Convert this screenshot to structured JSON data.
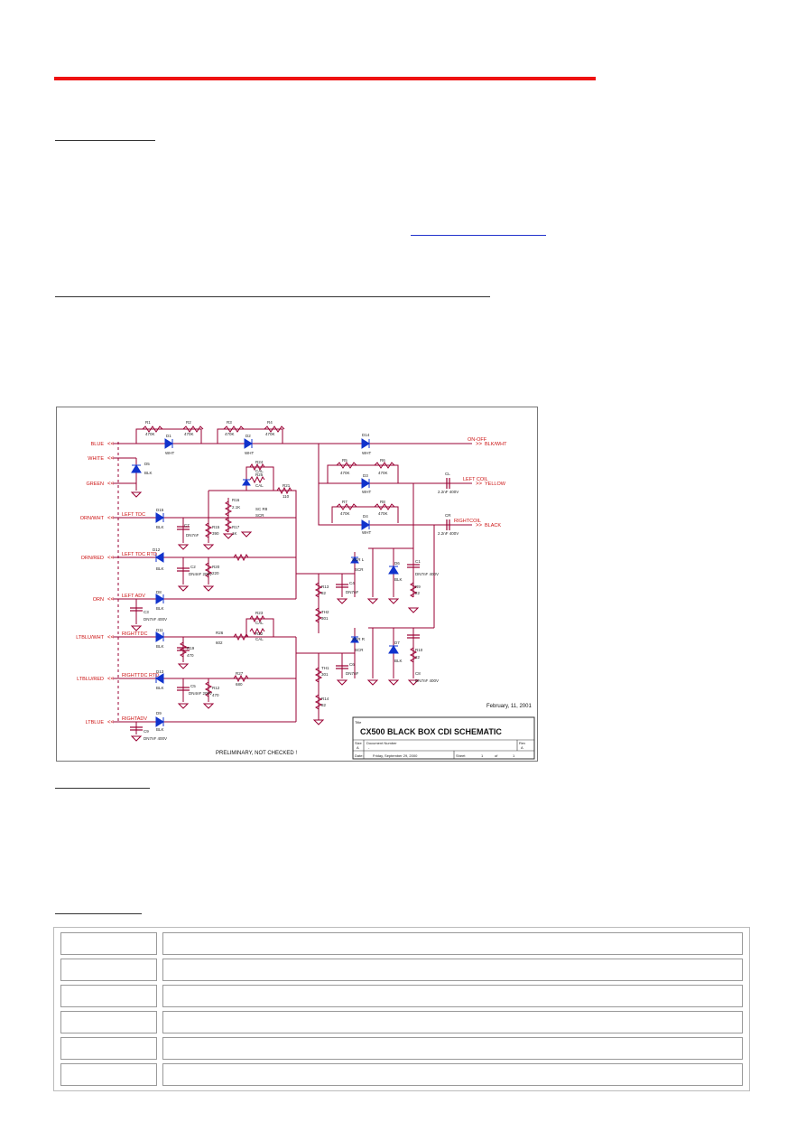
{
  "schematic": {
    "title": "CX500 BLACK BOX CDI SCHEMATIC",
    "date": "February, 11, 2001",
    "note": "PRELIMINARY, NOT CHECKED !",
    "title_block": {
      "title_label": "Title",
      "size_label": "Size",
      "size_value": "A",
      "doc_label": "Document Number",
      "doc_value": "-",
      "rev_label": "Rev",
      "rev_value": "A",
      "date_label": "Date:",
      "date_value": "Friday, September 29, 2000",
      "sheet_label": "Sheet",
      "sheet_value": "1",
      "of_label": "of",
      "of_value": "1"
    },
    "left_ports": [
      "BLUE",
      "WHITE",
      "GREEN",
      "ORN/WHT",
      "ORN/RED",
      "ORN",
      "LTBLU/WHT",
      "LTBLU/RED",
      "LTBLUE"
    ],
    "right_ports": [
      "ON-OFF",
      "BLK/WHT",
      "YELLOW",
      "RIGHTCOIL",
      "BLACK"
    ],
    "nets": [
      "LEFT TDC",
      "LEFT TDC RTD",
      "LEFT ADV",
      "RIGHTTDC",
      "RIGHTTDC RTD",
      "RIGHTADV",
      "LEFT COIL"
    ],
    "parts": [
      {
        "ref": "R1",
        "val": "470K"
      },
      {
        "ref": "R2",
        "val": "470K"
      },
      {
        "ref": "R3",
        "val": "470K"
      },
      {
        "ref": "R4",
        "val": "470K"
      },
      {
        "ref": "D1",
        "val": "WHT"
      },
      {
        "ref": "D2",
        "val": "WHT"
      },
      {
        "ref": "D14",
        "val": "WHT"
      },
      {
        "ref": "R5",
        "val": "470K"
      },
      {
        "ref": "R6",
        "val": "470K"
      },
      {
        "ref": "D3",
        "val": "WHT"
      },
      {
        "ref": "R7",
        "val": "470K"
      },
      {
        "ref": "R8",
        "val": "470K"
      },
      {
        "ref": "D4",
        "val": "WHT"
      },
      {
        "ref": "CL",
        "val": "2.2nF 400V"
      },
      {
        "ref": "CR",
        "val": "2.2nF 400V"
      },
      {
        "ref": "D5",
        "val": "BLK"
      },
      {
        "ref": "R24",
        "val": "CAL"
      },
      {
        "ref": "R25",
        "val": "CAL"
      },
      {
        "ref": "R21",
        "val": "110"
      },
      {
        "ref": "R16",
        "val": "2.1K"
      },
      {
        "ref": "SC R8",
        "val": "SCR"
      },
      {
        "ref": "D15",
        "val": "BLK"
      },
      {
        "ref": "C7",
        "val": "DN7nF"
      },
      {
        "ref": "R15",
        "val": "390"
      },
      {
        "ref": "R17",
        "val": "1K"
      },
      {
        "ref": "D12",
        "val": "BLK"
      },
      {
        "ref": "C2",
        "val": "DN4nF 200V"
      },
      {
        "ref": "R20",
        "val": "220"
      },
      {
        "ref": "SCR L",
        "val": "SCR"
      },
      {
        "ref": "D6",
        "val": "BLK"
      },
      {
        "ref": "C1",
        "val": "DN7nF 400V"
      },
      {
        "ref": "R9",
        "val": "22"
      },
      {
        "ref": "C4",
        "val": "DN7nF"
      },
      {
        "ref": "R13",
        "val": "82"
      },
      {
        "ref": "TH2",
        "val": "301"
      },
      {
        "ref": "D8",
        "val": "BLK"
      },
      {
        "ref": "C3",
        "val": "DN7nF 400V"
      },
      {
        "ref": "D11",
        "val": "BLK"
      },
      {
        "ref": "R19",
        "val": "470"
      },
      {
        "ref": "R26",
        "val": "602"
      },
      {
        "ref": "R23",
        "val": "CAL"
      },
      {
        "ref": "R22",
        "val": "CAL"
      },
      {
        "ref": "SCR R",
        "val": "SCR"
      },
      {
        "ref": "D7",
        "val": "BLK"
      },
      {
        "ref": "R10",
        "val": "22"
      },
      {
        "ref": "C6",
        "val": "DN7nF"
      },
      {
        "ref": "TH1",
        "val": "301"
      },
      {
        "ref": "C8",
        "val": "DN7nF 400V"
      },
      {
        "ref": "D13",
        "val": "BLK"
      },
      {
        "ref": "C5",
        "val": "DN4nF 200V"
      },
      {
        "ref": "R12",
        "val": "470"
      },
      {
        "ref": "R27",
        "val": "680"
      },
      {
        "ref": "R14",
        "val": "82"
      },
      {
        "ref": "D9",
        "val": "BLK"
      },
      {
        "ref": "C9",
        "val": "DN7nF 400V"
      }
    ]
  },
  "colors": {
    "accent_rule": "#ee1111",
    "wire": "#990033",
    "net_label": "#cc1111",
    "diode": "#1133cc",
    "table_border": "#999999"
  },
  "table": {
    "rows": [
      [
        "",
        ""
      ],
      [
        "",
        ""
      ],
      [
        "",
        ""
      ],
      [
        "",
        ""
      ],
      [
        "",
        ""
      ],
      [
        "",
        ""
      ]
    ]
  }
}
